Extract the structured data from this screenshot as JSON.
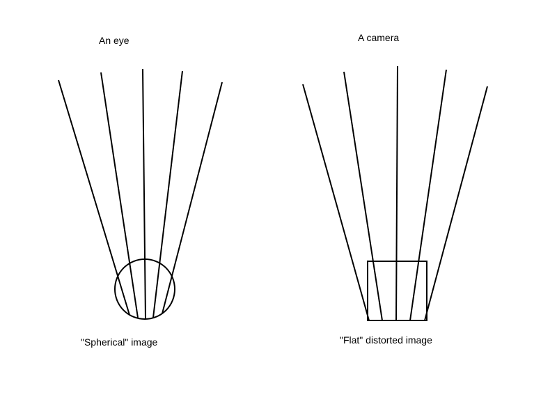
{
  "eye": {
    "title": "An eye",
    "caption": "\"Spherical\" image"
  },
  "camera": {
    "title": "A camera",
    "caption": "\"Flat\" distorted image"
  },
  "colors": {
    "line": "#000000",
    "background": "#ffffff"
  }
}
